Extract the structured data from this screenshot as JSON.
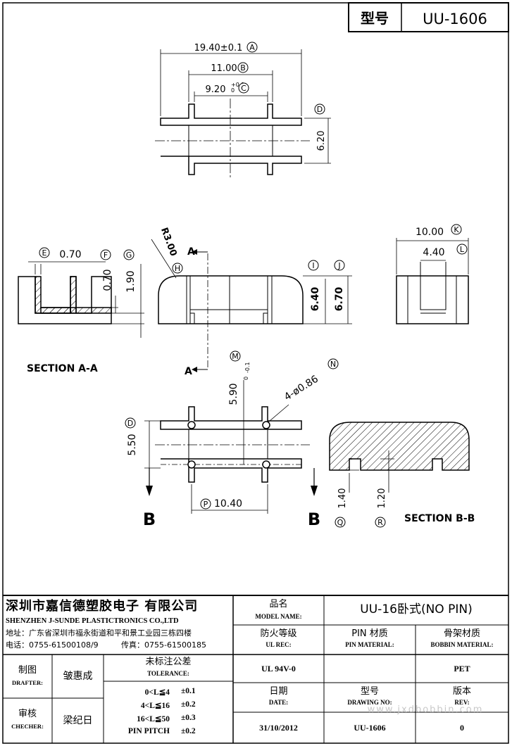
{
  "header": {
    "label": "型号",
    "value": "UU-1606"
  },
  "drawing": {
    "top_view": {
      "width_a": "19.40±0.1",
      "width_b": "11.00",
      "width_c": "9.20",
      "c_tol_upper": "+0.1",
      "c_tol_lower": "0",
      "height_d": "6.20"
    },
    "section_aa": {
      "dim_e": "0.70",
      "dim_f": "0.70",
      "dim_g": "1.90",
      "radius_h": "R3.00",
      "label": "SECTION A-A",
      "cut_label": "A"
    },
    "front_view": {
      "dim_i": "6.40",
      "dim_j": "6.70"
    },
    "side_view": {
      "dim_k": "10.00",
      "dim_l": "4.40"
    },
    "bottom_view": {
      "dim_m": "5.90",
      "m_tol_upper": "0",
      "m_tol_lower": "-0.1",
      "pins_n": "4-ø0.86",
      "dim_d": "5.50",
      "pitch_p": "10.40",
      "view_label": "B"
    },
    "section_bb": {
      "dim_q": "1.40",
      "dim_r": "1.20",
      "label": "SECTION B-B"
    },
    "callouts": [
      "A",
      "B",
      "C",
      "D",
      "E",
      "F",
      "G",
      "H",
      "I",
      "J",
      "K",
      "L",
      "M",
      "N",
      "D",
      "P",
      "Q",
      "R"
    ]
  },
  "title_block": {
    "company_cn": "深圳市嘉信德塑胶电子 有限公司",
    "company_en": "SHENZHEN J-SUNDE PLASTICTRONICS CO.,LTD",
    "address": "地址：广东省深圳市福永街道和平和景工业园三栋四楼",
    "phone": "电话：0755-61500108/9",
    "fax": "传真：0755-61500185",
    "model_name_cn": "品名",
    "model_name_en": "MODEL NAME:",
    "model_name_value": "UU-16卧式(NO PIN)",
    "ul_cn": "防火等级",
    "ul_en": "UL REC:",
    "pin_mat_cn": "PIN 材质",
    "pin_mat_en": "PIN MATERIAL:",
    "bobbin_mat_cn": "骨架材质",
    "bobbin_mat_en": "BOBBIN MATERIAL:",
    "drafter_cn": "制图",
    "drafter_en": "DRAFTER:",
    "drafter_name": "皱惠成",
    "tol_cn": "未标注公差",
    "tol_en": "TOLERANCE:",
    "tolerances": [
      {
        "range": "0<L≦4",
        "value": "±0.1"
      },
      {
        "range": "4<L≦16",
        "value": "±0.2"
      },
      {
        "range": "16<L≦50",
        "value": "±0.3"
      },
      {
        "range": "PIN PITCH",
        "value": "±0.2"
      }
    ],
    "ul_value": "UL 94V-0",
    "pin_mat_value": "",
    "bobbin_mat_value": "PET",
    "date_cn": "日期",
    "date_en": "DATE:",
    "drawing_no_cn": "型号",
    "drawing_no_en": "DRAWING NO:",
    "rev_cn": "版本",
    "rev_en": "REV:",
    "checker_cn": "审核",
    "checker_en": "CHECHER:",
    "checker_name": "梁纪日",
    "date_value": "31/10/2012",
    "drawing_no_value": "UU-1606",
    "rev_value": "0"
  },
  "watermark": "www.jxdbobbin.com"
}
